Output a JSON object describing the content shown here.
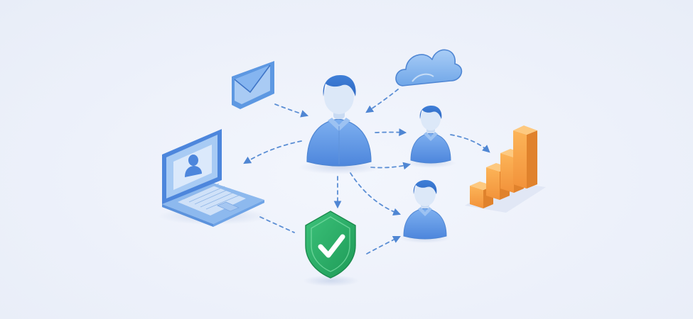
{
  "diagram": {
    "nodes": [
      {
        "id": "central-user",
        "icon": "user-icon"
      },
      {
        "id": "email",
        "icon": "envelope-icon"
      },
      {
        "id": "cloud",
        "icon": "cloud-icon"
      },
      {
        "id": "laptop",
        "icon": "laptop-icon"
      },
      {
        "id": "shield",
        "icon": "shield-check-icon"
      },
      {
        "id": "user-a",
        "icon": "user-icon"
      },
      {
        "id": "user-b",
        "icon": "user-icon"
      },
      {
        "id": "chart",
        "icon": "bar-chart-icon"
      }
    ],
    "edges": [
      [
        "email",
        "central-user"
      ],
      [
        "cloud",
        "central-user"
      ],
      [
        "central-user",
        "laptop"
      ],
      [
        "central-user",
        "user-a"
      ],
      [
        "central-user",
        "user-b"
      ],
      [
        "central-user",
        "shield"
      ],
      [
        "user-a",
        "chart"
      ],
      [
        "shield",
        "user-b"
      ],
      [
        "laptop",
        "shield"
      ]
    ]
  },
  "colors": {
    "background": "#edf1fa",
    "primary": "#5b95e0",
    "primary_dark": "#3f75c7",
    "accent": "#f5a14a",
    "success": "#2db36b",
    "connector": "#5b8ed4"
  }
}
